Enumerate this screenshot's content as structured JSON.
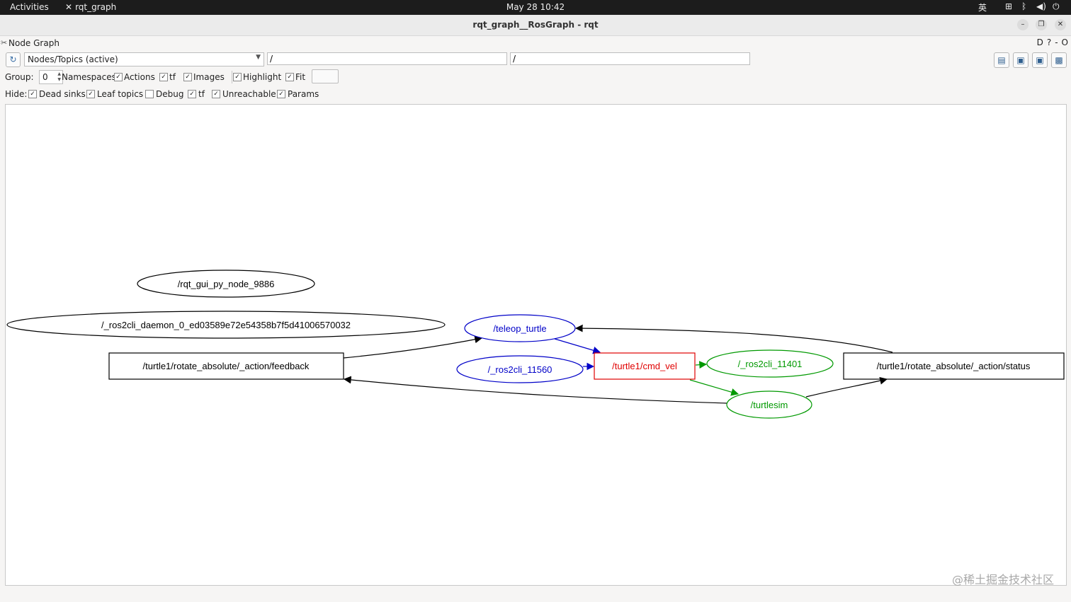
{
  "topbar": {
    "activities": "Activities",
    "app_name": "rqt_graph",
    "app_icon": "tools-icon",
    "clock": "May 28  10:42",
    "input_method": "英"
  },
  "window": {
    "title": "rqt_graph__RosGraph - rqt",
    "plugin_title": "Node Graph",
    "plugin_buttons": [
      "D",
      "?",
      "-",
      "O"
    ]
  },
  "toolbar": {
    "graph_type": "Nodes/Topics (active)",
    "node_filter": "/",
    "topic_filter": "/",
    "group_label": "Group:",
    "group_value": "0",
    "hide_label": "Hide:",
    "options": [
      {
        "label": "Namespaces",
        "checked": true
      },
      {
        "label": "Actions",
        "checked": true
      },
      {
        "label": "tf",
        "checked": true
      },
      {
        "label": "Images",
        "checked": true
      },
      {
        "label": "Highlight",
        "checked": true
      },
      {
        "label": "Fit",
        "checked": true
      }
    ],
    "hide_options": [
      {
        "label": "Dead sinks",
        "checked": true
      },
      {
        "label": "Leaf topics",
        "checked": true
      },
      {
        "label": "Debug",
        "checked": false
      },
      {
        "label": "tf",
        "checked": true
      },
      {
        "label": "Unreachable",
        "checked": true
      },
      {
        "label": "Params",
        "checked": true
      }
    ]
  },
  "graph": {
    "nodes": [
      {
        "id": "rqt",
        "label": "/rqt_gui_py_node_9886",
        "shape": "ellipse",
        "color": "#000000"
      },
      {
        "id": "daemon",
        "label": "/_ros2cli_daemon_0_ed03589e72e54358b7f5d41006570032",
        "shape": "ellipse",
        "color": "#000000"
      },
      {
        "id": "feedback",
        "label": "/turtle1/rotate_absolute/_action/feedback",
        "shape": "box",
        "color": "#000000"
      },
      {
        "id": "teleop",
        "label": "/teleop_turtle",
        "shape": "ellipse",
        "color": "#0000c8"
      },
      {
        "id": "cli11560",
        "label": "/_ros2cli_11560",
        "shape": "ellipse",
        "color": "#0000c8"
      },
      {
        "id": "cmdvel",
        "label": "/turtle1/cmd_vel",
        "shape": "box",
        "color": "#e00000"
      },
      {
        "id": "cli11401",
        "label": "/_ros2cli_11401",
        "shape": "ellipse",
        "color": "#009900"
      },
      {
        "id": "turtlesim",
        "label": "/turtlesim",
        "shape": "ellipse",
        "color": "#009900"
      },
      {
        "id": "status",
        "label": "/turtle1/rotate_absolute/_action/status",
        "shape": "box",
        "color": "#000000"
      }
    ],
    "edges": [
      {
        "from": "feedback",
        "to": "teleop",
        "color": "#000000"
      },
      {
        "from": "status",
        "to": "teleop",
        "color": "#000000"
      },
      {
        "from": "turtlesim",
        "to": "feedback",
        "color": "#000000"
      },
      {
        "from": "turtlesim",
        "to": "status",
        "color": "#000000"
      },
      {
        "from": "teleop",
        "to": "cmdvel",
        "color": "#0000c8"
      },
      {
        "from": "cli11560",
        "to": "cmdvel",
        "color": "#0000c8"
      },
      {
        "from": "cmdvel",
        "to": "cli11401",
        "color": "#009900"
      },
      {
        "from": "cmdvel",
        "to": "turtlesim",
        "color": "#009900"
      }
    ]
  },
  "watermark": "@稀土掘金技术社区"
}
